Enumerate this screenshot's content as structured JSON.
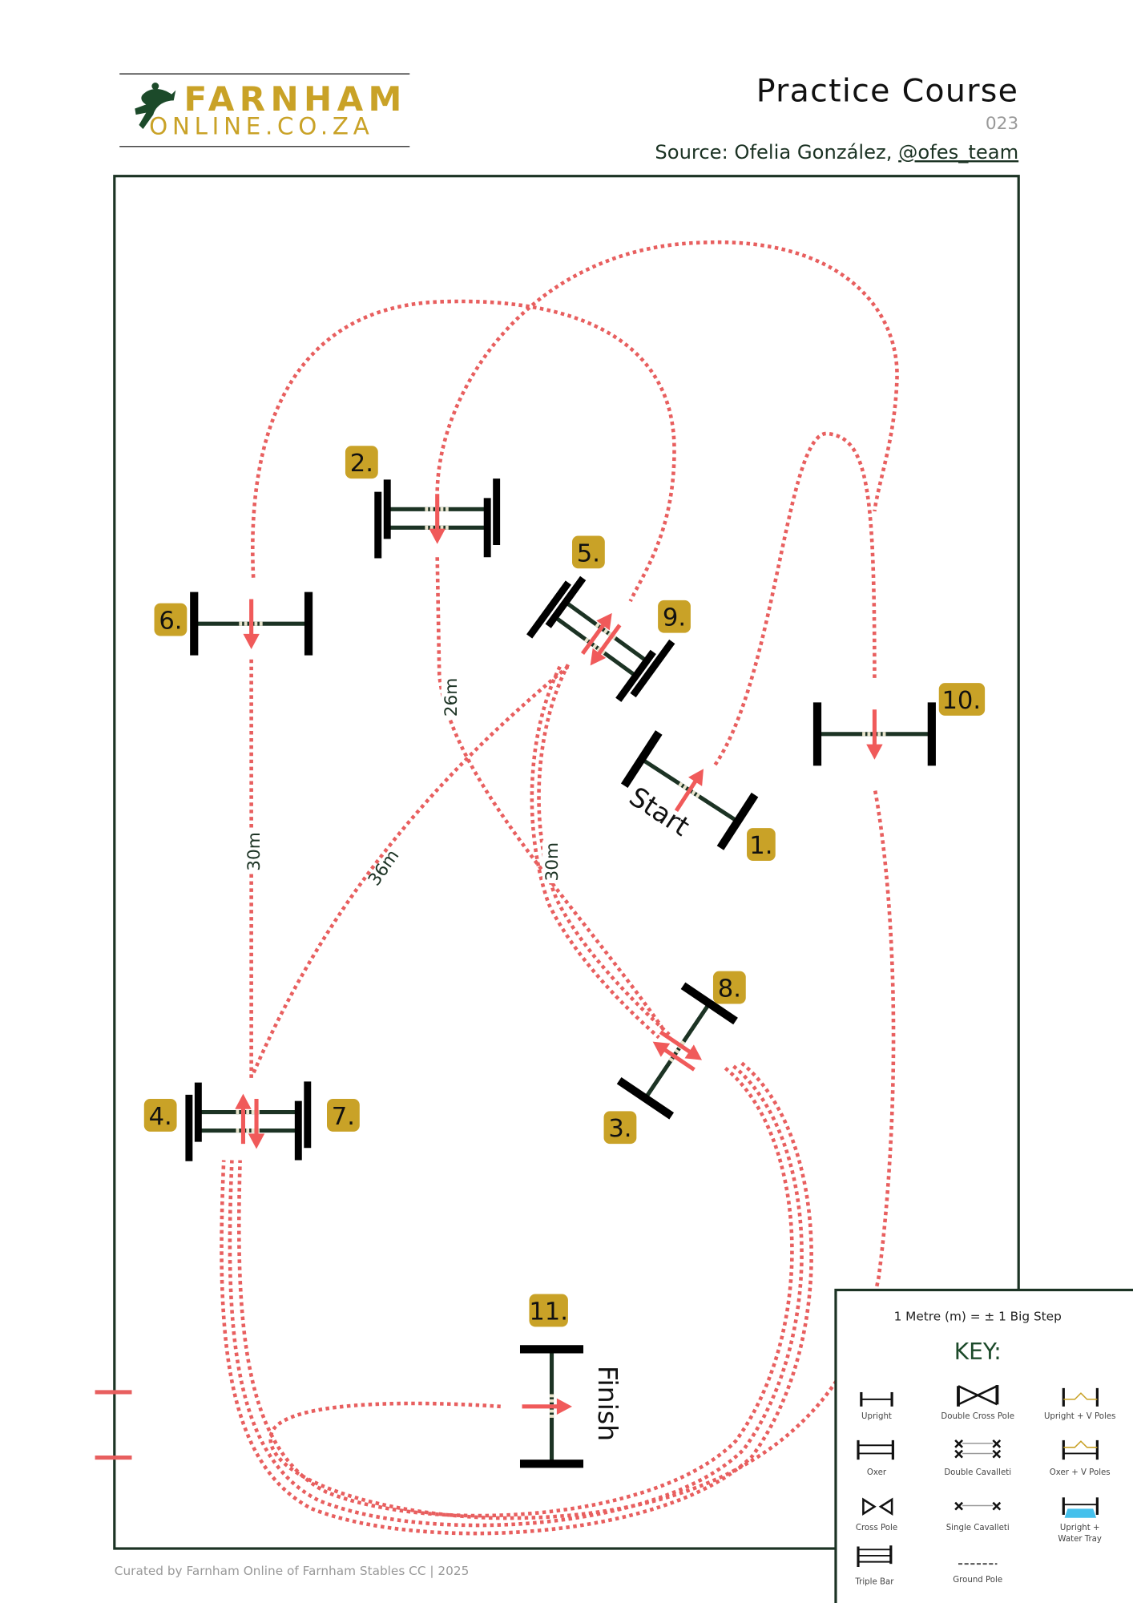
{
  "logo": {
    "line1": "FARNHAM",
    "line2": "ONLINE.CO.ZA"
  },
  "header": {
    "title": "Practice Course",
    "number": "023",
    "source_prefix": "Source: Ofelia González, ",
    "source_handle": "@ofes_team"
  },
  "colors": {
    "gold": "#c9a227",
    "green": "#1c3324",
    "route": "#e85f5f",
    "water": "#45c0ec"
  },
  "course": {
    "jumps": {
      "j1": "1.",
      "j2": "2.",
      "j3": "3.",
      "j4": "4.",
      "j5": "5.",
      "j6": "6.",
      "j7": "7.",
      "j8": "8.",
      "j9": "9.",
      "j10": "10.",
      "j11": "11."
    },
    "start_label": "Start",
    "finish_label": "Finish",
    "distances": {
      "d26": "26m",
      "d30a": "30m",
      "d36": "36m",
      "d30b": "30m"
    }
  },
  "key": {
    "scale_note": "1 Metre (m)   =  ± 1 Big Step",
    "title": "KEY:",
    "items": {
      "upright": "Upright",
      "double_cross_pole": "Double Cross Pole",
      "upright_v": "Upright + V Poles",
      "oxer": "Oxer",
      "double_cavalleti": "Double Cavalleti",
      "oxer_v": "Oxer + V Poles",
      "cross_pole": "Cross Pole",
      "single_cavalleti": "Single Cavalleti",
      "water_line1": "Upright +",
      "water_line2": "Water Tray",
      "triple_bar": "Triple Bar",
      "ground_pole": "Ground Pole"
    }
  },
  "footer": "Curated by Farnham Online of Farnham Stables CC | 2025"
}
